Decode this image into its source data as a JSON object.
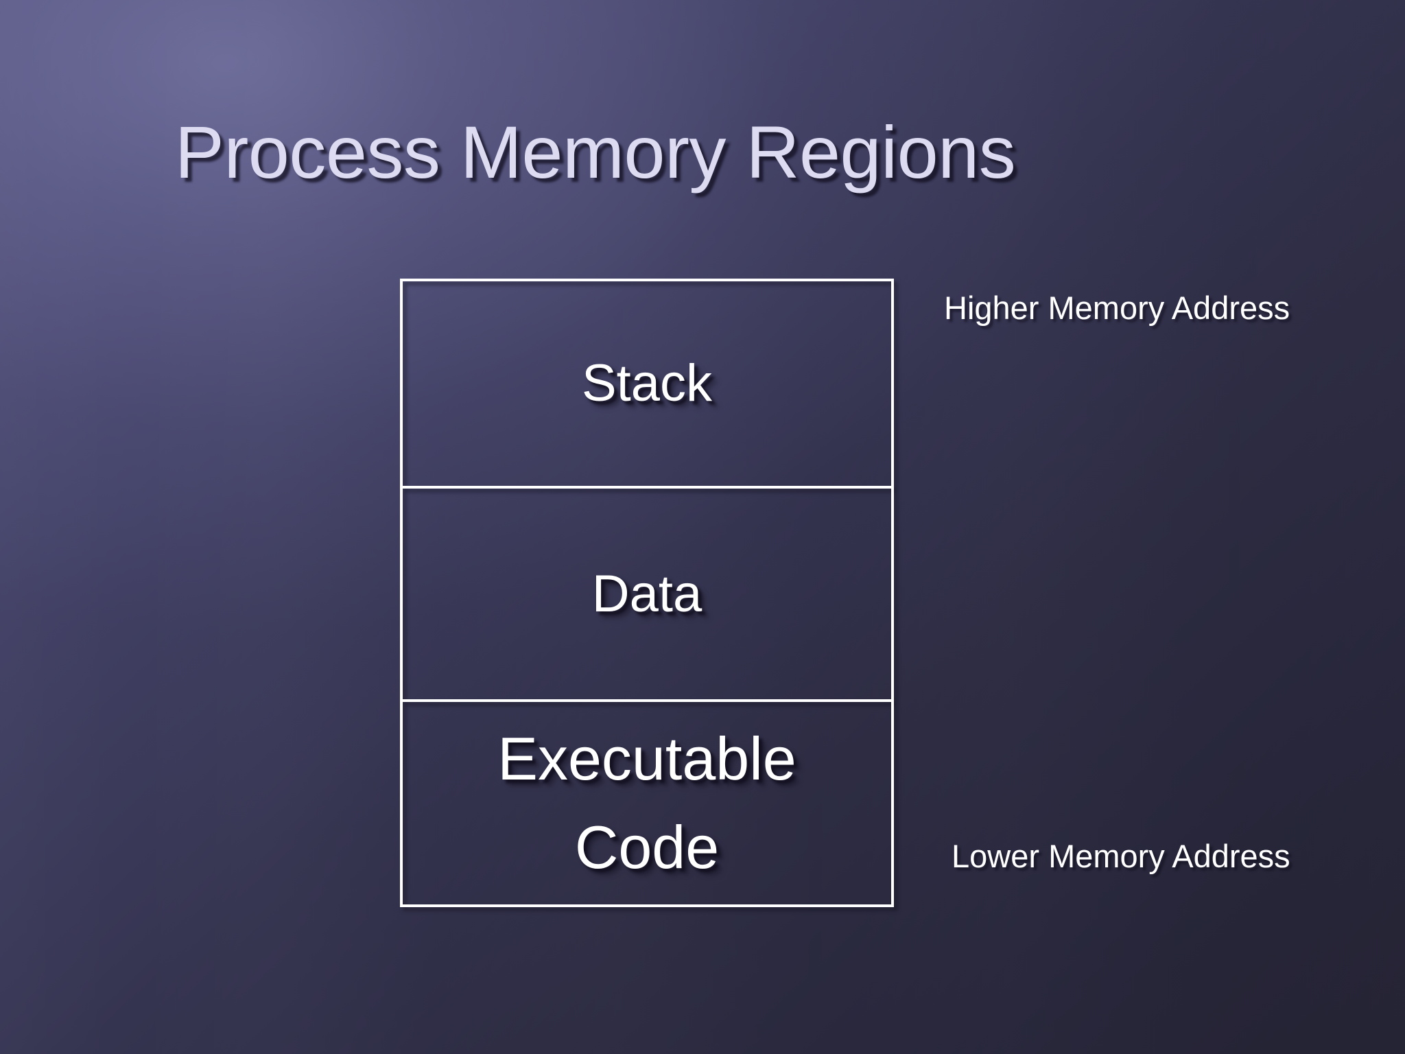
{
  "slide": {
    "title": "Process Memory Regions",
    "background": {
      "accent_light": "#55537d",
      "accent_dark": "#262537",
      "title_color": "#dcdbf2",
      "line_color": "#ffffff",
      "text_color": "#ffffff"
    }
  },
  "diagram": {
    "name": "process-memory-layout",
    "regions": [
      {
        "id": "stack",
        "label": "Stack"
      },
      {
        "id": "data",
        "label": "Data"
      },
      {
        "id": "code",
        "label_line1": "Executable",
        "label_line2": "Code"
      }
    ],
    "annotations": {
      "higher": "Higher Memory Address",
      "lower": "Lower Memory Address"
    }
  }
}
